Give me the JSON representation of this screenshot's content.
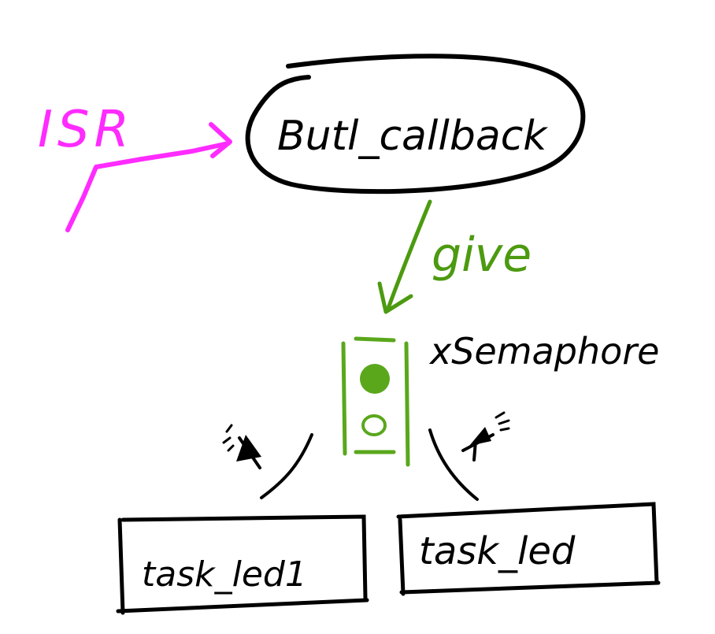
{
  "diagram": {
    "isr_label": "ISR",
    "callback_label": "Butl_callback",
    "give_label": "give",
    "semaphore_label": "xSemaphore",
    "task_left_label": "task_led1",
    "task_right_label": "task_led",
    "colors": {
      "ink": "#000000",
      "isr": "#ff2bff",
      "give": "#4c9a10",
      "semaphore": "#5aa71c",
      "background": "#ffffff"
    },
    "icons": {
      "left_marker": "muted-bell-icon",
      "right_marker": "ringing-bell-icon"
    }
  }
}
